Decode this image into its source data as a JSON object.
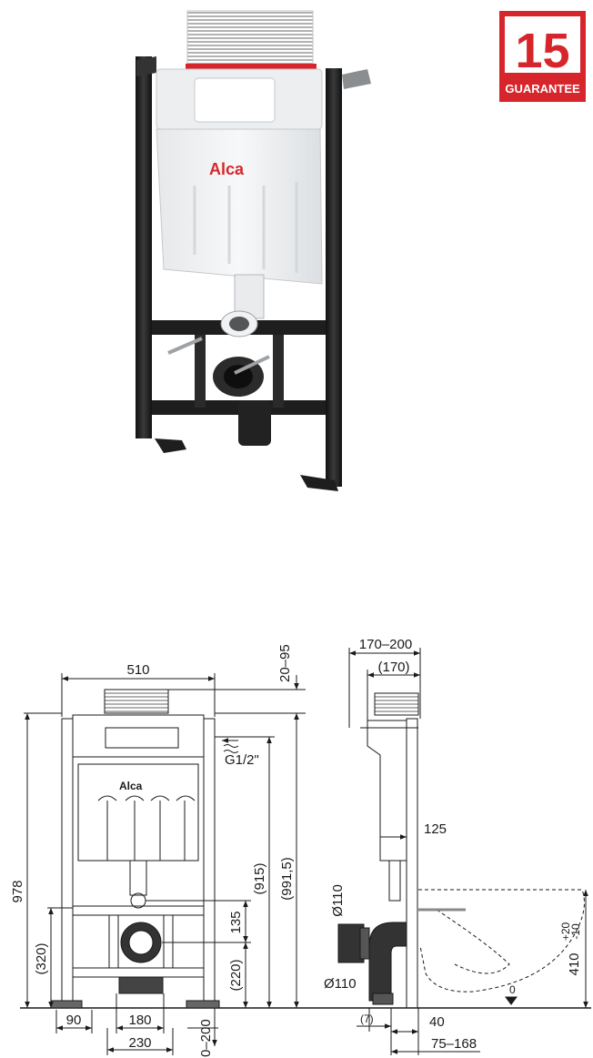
{
  "badge": {
    "number": "15",
    "label": "GUARANTEE",
    "color": "#d7262b"
  },
  "product": {
    "brand": "Alca",
    "brand_color": "#d7262b",
    "frame_color": "#1e1e1e",
    "tank_color": "#f2f3f4"
  },
  "front_view": {
    "width_top": "510",
    "top_offset": "20–95",
    "inlet": "G1/2\"",
    "height_total": "978",
    "height_inner": "(991,5)",
    "height_tank": "(915)",
    "height_lower": "(320)",
    "height_outlet": "(220)",
    "height_135": "135",
    "width_90": "90",
    "width_180": "180",
    "width_230": "230",
    "foot_range": "0–200"
  },
  "side_view": {
    "depth_range": "170–200",
    "depth_inner": "(170)",
    "dim_125": "125",
    "pipe_upper": "Ø110",
    "pipe_lower": "Ø110",
    "zero_mark": "0",
    "bowl_height": "410",
    "bowl_tol_plus": "+20",
    "bowl_tol_minus": "-10",
    "dim_7": "(7)",
    "dim_40": "40",
    "dim_75_168": "75–168"
  }
}
